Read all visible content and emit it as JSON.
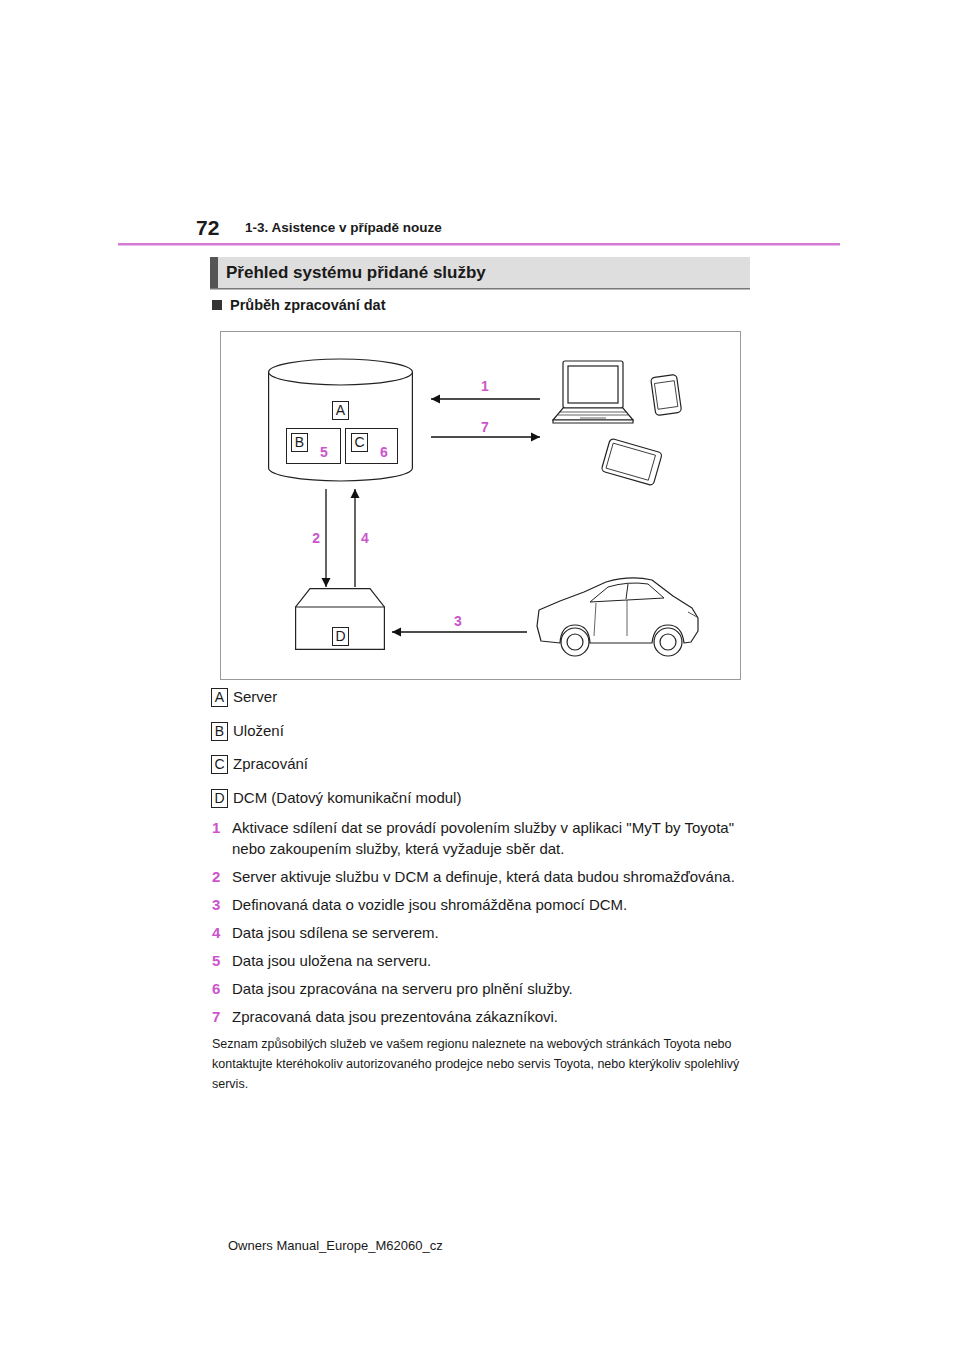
{
  "diagram": {
    "title": "Přehled systému přidané služby",
    "nodes": [
      {
        "text": [
          "A"
        ]
      },
      {
        "text": [
          "B",
          "5"
        ],
        "in": 0
      },
      {
        "text": [
          "C",
          "6"
        ],
        "in": 0
      },
      {
        "text": [
          "D"
        ]
      }
    ],
    "edges": [
      {
        "from": 0,
        "to": 3,
        "label": "2",
        "arrow": "to"
      },
      {
        "from": 3,
        "to": 0,
        "label": "4",
        "arrow": "to"
      }
    ],
    "labels": [
      "72",
      "1-3. Asistence v případě nouze",
      "Průběh zpracování dat",
      "1",
      "7",
      "3",
      "A",
      "Server",
      "B",
      "Uložení",
      "C",
      "Zpracování",
      "D",
      "DCM (Datový komunikační modul)",
      "1",
      "Aktivace sdílení dat se provádí povolením služby v aplikaci \"MyT by Toyota\" nebo zakoupením služby, která vyžaduje sběr dat.",
      "2",
      "Server aktivuje službu v DCM a definuje, která data budou shromažďována.",
      "3",
      "Definovaná data o vozidle jsou shromážděna pomocí DCM.",
      "4",
      "Data jsou sdílena se serverem.",
      "5",
      "Data jsou uložena na serveru.",
      "6",
      "Data jsou zpracována na serveru pro plnění služby.",
      "7",
      "Zpracovaná data jsou prezentována zákazníkovi.",
      "Seznam způsobilých služeb ve vašem regionu naleznete na webových stránkách Toyota nebo kontaktujte kteréhokoliv autorizovaného prodejce nebo servis Toyota, nebo kterýkoliv spolehlivý servis.",
      "Owners Manual_Europe_M62060_cz"
    ]
  }
}
